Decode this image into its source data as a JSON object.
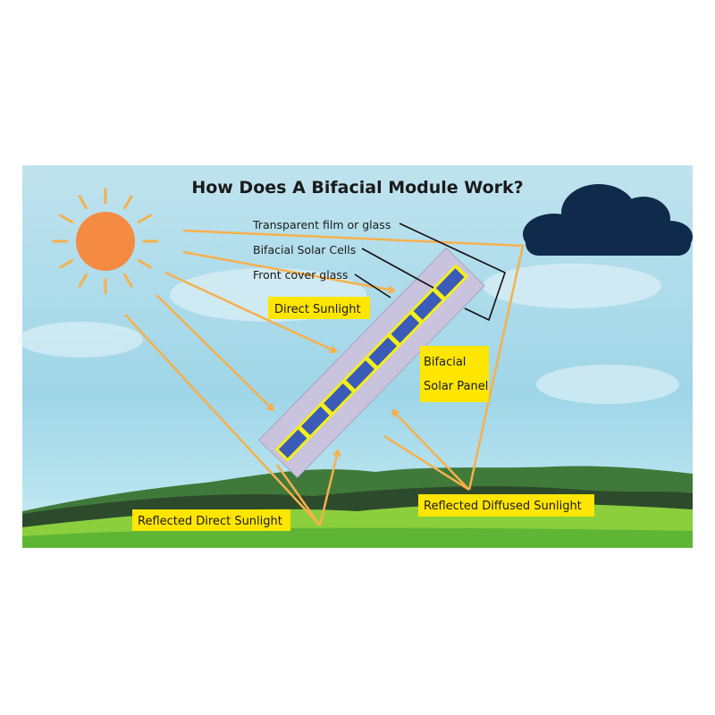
{
  "title": "How Does A Bifacial Module Work?",
  "callouts": {
    "transparent_film": "Transparent film or glass",
    "bifacial_cells": "Bifacial Solar Cells",
    "front_cover": "Front cover glass"
  },
  "labels": {
    "direct_sunlight": "Direct Sunlight",
    "panel_line1": "Bifacial",
    "panel_line2": "Solar Panel",
    "reflected_direct": "Reflected Direct Sunlight",
    "reflected_diffused": "Reflected Diffused Sunlight"
  },
  "colors": {
    "sun": "#f58a42",
    "ray": "#f6b04c",
    "cloud": "#0f2a4a",
    "label_bg": "#ffe600",
    "panel_glass": "#c9c3de",
    "cell": "#3a5bb8",
    "cell_frame": "#f3ee1e"
  }
}
